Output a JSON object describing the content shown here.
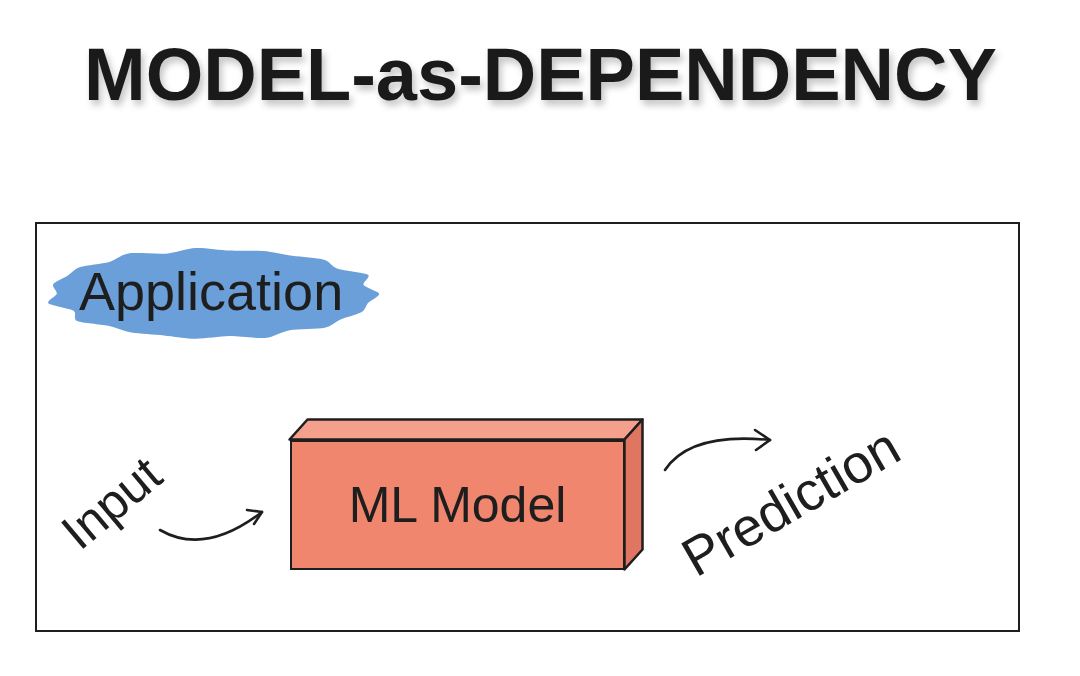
{
  "diagram": {
    "title": "MODEL-as-DEPENDENCY",
    "nodes": [
      {
        "text": [
          "Application"
        ]
      },
      {
        "text": [
          "ML Model"
        ],
        "in": 0
      }
    ],
    "labels": [
      "Input",
      "Prediction"
    ]
  }
}
